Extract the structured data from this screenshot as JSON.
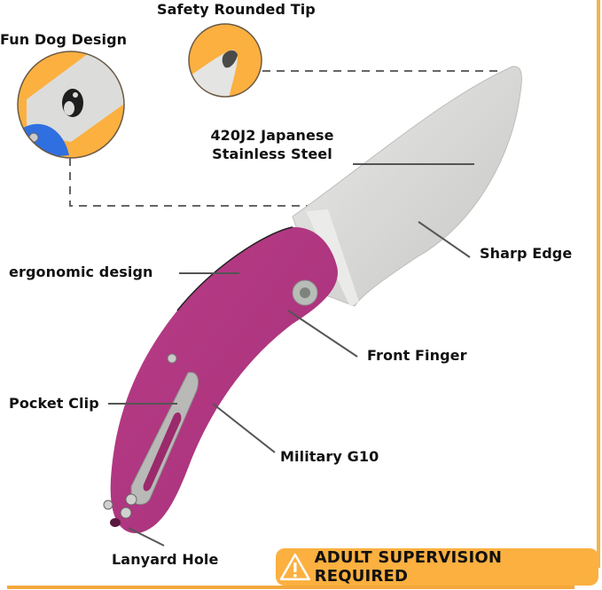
{
  "labels": {
    "safety_tip": "Safety Rounded Tip",
    "fun_dog": "Fun Dog Design",
    "steel_line1": "420J2 Japanese",
    "steel_line2": "Stainless Steel",
    "sharp_edge": "Sharp Edge",
    "ergonomic": "ergonomic design",
    "front_finger": "Front Finger",
    "pocket_clip": "Pocket Clip",
    "military_g10": "Military G10",
    "lanyard_hole": "Lanyard Hole"
  },
  "warning": {
    "icon": "warning-triangle-icon",
    "text": "ADULT SUPERVISION REQUIRED"
  },
  "colors": {
    "accent_orange": "#fbb040",
    "handle_magenta": "#b0357f",
    "blade_steel": "#d8d8d6",
    "callout_blue": "#2f6fe0"
  }
}
